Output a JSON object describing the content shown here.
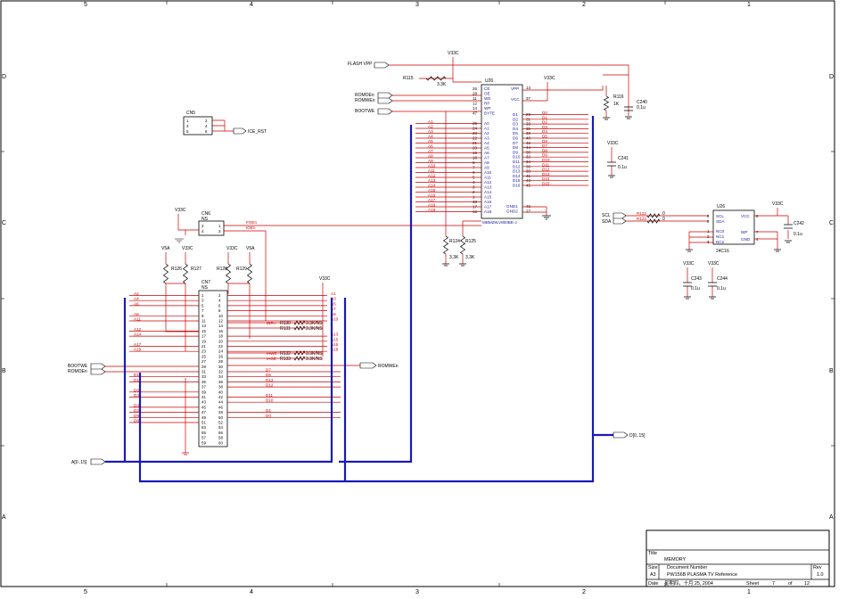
{
  "border": {
    "cols_top": [
      "5",
      "4",
      "3",
      "2",
      "1"
    ],
    "cols_bottom": [
      "5",
      "4",
      "3",
      "2",
      "1"
    ],
    "rows_left": [
      "D",
      "C",
      "B",
      "A"
    ],
    "rows_right": [
      "D",
      "C",
      "B",
      "A"
    ]
  },
  "title_block": {
    "title_label": "Title",
    "title": "MEMORY",
    "size_label": "Size",
    "size": "A3",
    "docnum_label": "Document Number",
    "docnum": "PW156B PLASMA TV Reference",
    "rev_label": "Rev",
    "rev": "1.0",
    "date_label": "Date",
    "date": "星期四，十月 25, 2004",
    "sheet_label": "Sheet",
    "sheet_num": "7",
    "of_label": "of",
    "sheet_total": "12"
  },
  "flash": {
    "ref": "U26",
    "part": "MBM29LV800BE-J",
    "left_pins": [
      "CE",
      "OE",
      "WE",
      "RP",
      "WP",
      "BYTE",
      "A0",
      "A1",
      "A2",
      "A3",
      "A4",
      "A5",
      "A6",
      "A7",
      "A8",
      "A9",
      "A10",
      "A11",
      "A12",
      "A13",
      "A14",
      "A15",
      "A16",
      "A17",
      "A18"
    ],
    "left_nums": [
      "26",
      "28",
      "11",
      "12",
      "14",
      "47",
      "25",
      "24",
      "23",
      "22",
      "21",
      "20",
      "19",
      "18",
      "8",
      "7",
      "6",
      "5",
      "4",
      "3",
      "2",
      "1",
      "48",
      "17",
      "16"
    ],
    "right_top": [
      "VPP",
      "VCC"
    ],
    "right_top_nums": [
      "13",
      "37"
    ],
    "right_data": [
      "D1",
      "D2",
      "D3",
      "D4",
      "D5",
      "D6",
      "D7",
      "D8",
      "D9",
      "D10",
      "D11",
      "D12",
      "D13",
      "D14",
      "D15",
      "D16"
    ],
    "right_data_nums": [
      "29",
      "31",
      "33",
      "35",
      "38",
      "40",
      "42",
      "44",
      "30",
      "32",
      "34",
      "36",
      "39",
      "41",
      "43",
      "45"
    ],
    "right_gnd": [
      "GND1",
      "GND2"
    ],
    "right_gnd_nums": [
      "46",
      "27"
    ]
  },
  "flash_nets": {
    "address": [
      "A1",
      "A2",
      "A3",
      "A4",
      "A5",
      "A6",
      "A7",
      "A8",
      "A9",
      "A10",
      "A11",
      "A12",
      "A13",
      "A14",
      "A15",
      "A16",
      "A17",
      "A18",
      "A19"
    ],
    "data": [
      "D0",
      "D1",
      "D2",
      "D3",
      "D4",
      "D5",
      "D6",
      "D7",
      "D8",
      "D9",
      "D10",
      "D11",
      "D12",
      "D13",
      "D14",
      "D15"
    ],
    "flash_vpp": "FLASH VPP",
    "romoen": "ROMOEn",
    "romwen": "ROMWEn",
    "bootwe": "BOOTWE",
    "v33c": "V33C",
    "r115": "R115",
    "r115_val": "3.3K",
    "r116": "R116",
    "r116_val": "1K",
    "c240": "C240",
    "c240_val": "0.1u",
    "c241": "C241",
    "c241_val": "0.1u",
    "r124": "R124",
    "r124_val": "3.3K",
    "r125": "R125",
    "r125_val": "3.3K"
  },
  "eeprom": {
    "ref": "U26",
    "part": "24C16",
    "left_pins": [
      "SCL",
      "SDA",
      "NC0",
      "NC1",
      "NC2"
    ],
    "left_nums": [
      "6",
      "5",
      "1",
      "2",
      "3"
    ],
    "right_pins": [
      "VCC",
      "WP",
      "GND"
    ],
    "right_nums": [
      "8",
      "7",
      "4"
    ],
    "scl": "SCL",
    "sda": "SDA",
    "r122": "R122",
    "r123": "R123",
    "r_val": "0",
    "c242": "C242",
    "c242_val": "0.1u",
    "c243": "C243",
    "c243_val": "0.1u",
    "c244": "C244",
    "c244_val": "0.1u"
  },
  "cn5": {
    "ref": "CN5",
    "left": [
      "1",
      "3",
      "5"
    ],
    "right": [
      "2",
      "4",
      "6"
    ],
    "net": "ICE_RST"
  },
  "cn6": {
    "ref": "CN6",
    "sub": "NS",
    "left": [
      "2",
      "4"
    ],
    "right": [
      "1",
      "3"
    ],
    "net1": "FOEn",
    "net2": "IOEn"
  },
  "cn7": {
    "ref": "CN7",
    "sub": "NS",
    "left_nums": [
      "1",
      "3",
      "5",
      "7",
      "9",
      "11",
      "13",
      "15",
      "17",
      "19",
      "21",
      "23",
      "25",
      "27",
      "29",
      "31",
      "33",
      "35",
      "37",
      "39",
      "41",
      "43",
      "45",
      "47",
      "49",
      "51",
      "53",
      "55",
      "57",
      "59"
    ],
    "right_nums": [
      "2",
      "4",
      "6",
      "8",
      "10",
      "12",
      "14",
      "16",
      "18",
      "20",
      "22",
      "24",
      "26",
      "28",
      "30",
      "32",
      "34",
      "36",
      "38",
      "40",
      "42",
      "44",
      "46",
      "48",
      "50",
      "52",
      "54",
      "56",
      "58",
      "60"
    ],
    "left_nets": [
      "A2",
      "A4",
      "A6",
      "",
      "A8",
      "A11",
      "",
      "A12",
      "A14",
      "",
      "A17",
      "A19",
      "",
      "",
      "",
      "",
      "D15",
      "D14",
      "",
      "D6",
      "D4",
      "",
      "D3",
      "D2",
      "D9",
      "D8",
      "",
      "",
      "",
      ""
    ],
    "right_nets": [
      "A1",
      "A3",
      "A5",
      "A7",
      "A9",
      "A10",
      "",
      "",
      "A13",
      "A15",
      "A16",
      "A18",
      "",
      "",
      "",
      "D7",
      "D5",
      "D13",
      "D12",
      "",
      "D11",
      "D10",
      "",
      "D1",
      "D0",
      "",
      "",
      "",
      "",
      ""
    ],
    "r126": "R126",
    "r127": "R127",
    "r128": "R128",
    "r129": "R129",
    "v5a": "V5A",
    "r130": "R130",
    "r131": "R131",
    "r132": "R132",
    "r133": "R133",
    "r_val": "3.3K/NS",
    "ibpin": "IBPn",
    "iaoe": "IAOE",
    "iawe": "IAWE",
    "iaoe2": "IAOE",
    "romwen": "ROMWEn",
    "bootwe": "BOOTWE",
    "romoen": "ROMOEn"
  },
  "buses": {
    "a_bus": "A[0..15]",
    "d_bus": "D[0..15]"
  }
}
